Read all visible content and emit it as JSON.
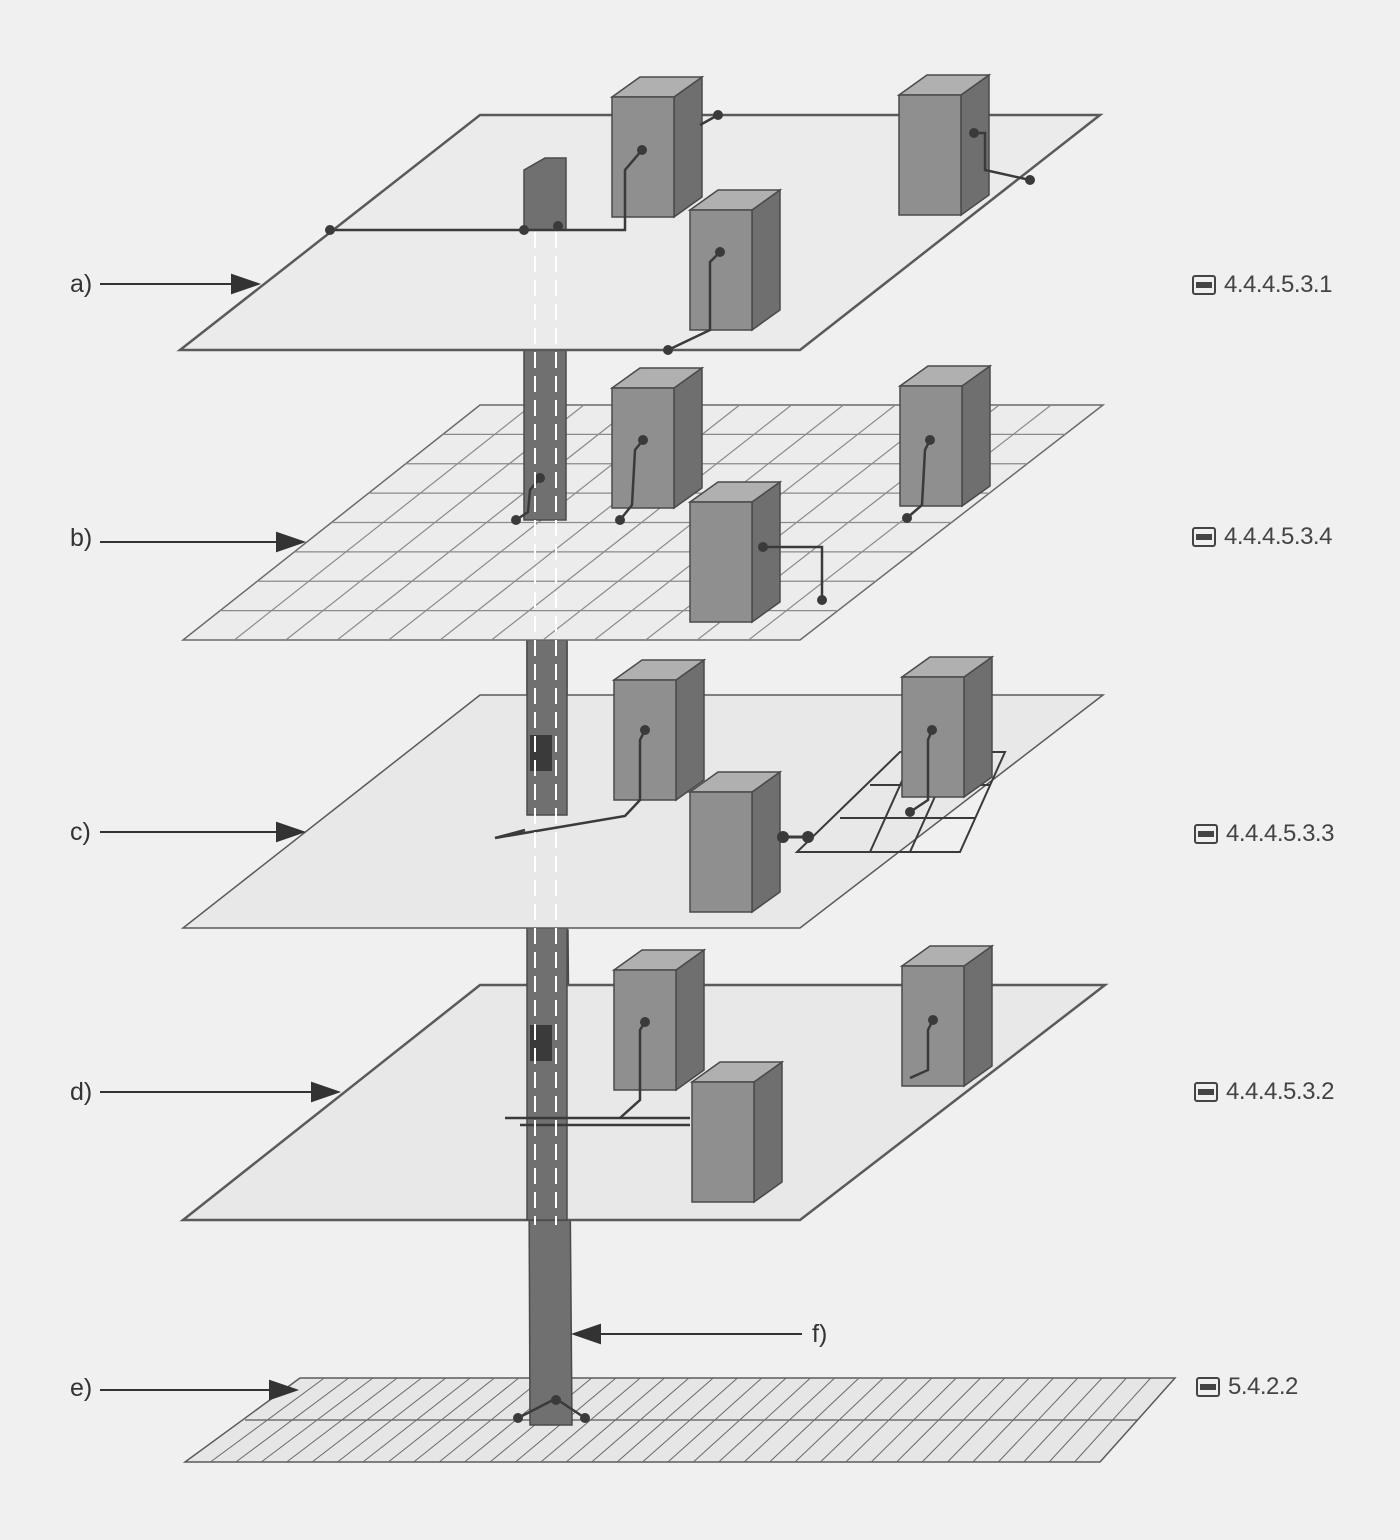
{
  "labels": {
    "a": "a)",
    "b": "b)",
    "c": "c)",
    "d": "d)",
    "e": "e)",
    "f": "f)"
  },
  "references": {
    "a": "4.4.4.5.3.1",
    "b": "4.4.4.5.3.4",
    "c": "4.4.4.5.3.3",
    "d": "4.4.4.5.3.2",
    "e": "5.4.2.2"
  },
  "icons": {
    "reference_badge": "nin-badge-icon"
  },
  "colors": {
    "background": "#f0f0f0",
    "plane_fill": "#e8e8e8",
    "plane_stroke": "#5a5a5a",
    "box_front": "#8f8f8f",
    "box_side": "#6f6f6f",
    "box_top": "#b0b0b0",
    "column": "#707070",
    "wire": "#3a3a3a"
  }
}
